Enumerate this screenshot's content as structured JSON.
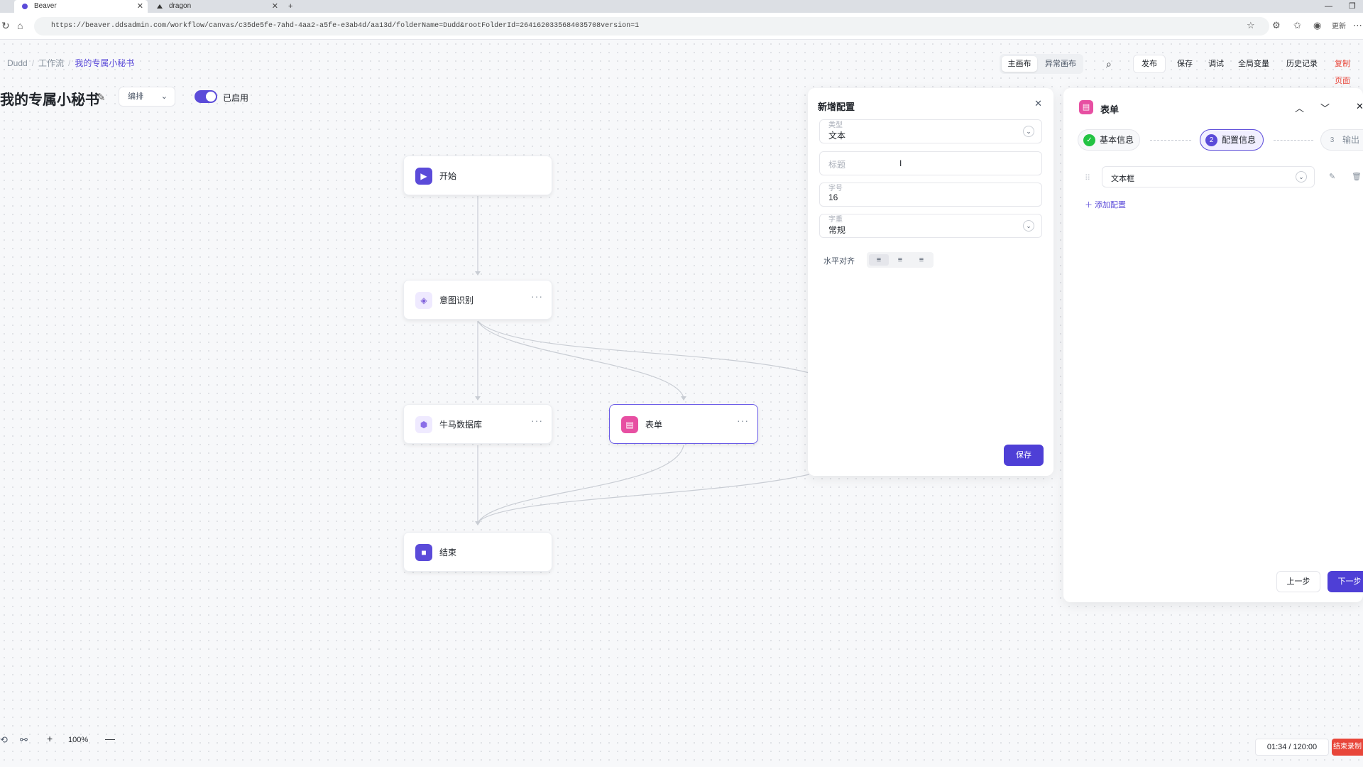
{
  "browser": {
    "tabs": [
      {
        "label": "Beaver"
      },
      {
        "label": "dragon"
      }
    ],
    "new_tab": "+",
    "url": "https://beaver.ddsadmin.com/workflow/canvas/c35de5fe-7ahd-4aa2-a5fe-e3ab4d/aa13d/folderName=Dudd&rootFolderId=2641620335684035708version=1",
    "profile_text": "更新"
  },
  "breadcrumb": {
    "items": [
      "Dudd",
      "工作流",
      "我的专属小秘书"
    ],
    "separator": "/"
  },
  "workflow": {
    "title": "我的专属小秘书",
    "mode": "编排",
    "enabled_label": "已启用"
  },
  "toolbar": {
    "segments": [
      "主画布",
      "异常画布"
    ],
    "publish": "发布",
    "save": "保存",
    "test": "调试",
    "global_vars": "全局变量",
    "history": "历史记录",
    "copy": "复制页面"
  },
  "nodes": [
    {
      "label": "开始",
      "icon": "play-icon",
      "color": "#5b4bd9"
    },
    {
      "label": "意图识别",
      "icon": "eye-icon",
      "color": "#7b5cd9"
    },
    {
      "label": "牛马数据库",
      "icon": "cube-icon",
      "color": "#8a6ee8"
    },
    {
      "label": "表单",
      "icon": "form-icon",
      "color": "#e74fa2"
    },
    {
      "label": "结束",
      "icon": "stop-icon",
      "color": "#5b4bd9"
    }
  ],
  "node_more": "···",
  "config_panel": {
    "title": "新增配置",
    "fields": {
      "type_label": "类型",
      "type_value": "文本",
      "title_placeholder": "标题",
      "fontsize_label": "字号",
      "fontsize_value": "16",
      "fontweight_label": "字重",
      "fontweight_value": "常规"
    },
    "align_label": "水平对齐",
    "align_options": [
      "≡",
      "≡",
      "≡"
    ],
    "save": "保存"
  },
  "form_panel": {
    "title": "表单",
    "steps": [
      {
        "num": "✓",
        "label": "基本信息"
      },
      {
        "num": "2",
        "label": "配置信息"
      },
      {
        "num": "3",
        "label": "输出"
      }
    ],
    "row_select": "文本框",
    "add_config": "添加配置",
    "prev": "上一步",
    "next": "下一步"
  },
  "bottom": {
    "zoom": "100%",
    "timer": "01:34 / 120:00",
    "end_recording": "结束录制"
  },
  "colors": {
    "accent": "#5b4bd9",
    "danger": "#e8463a"
  }
}
